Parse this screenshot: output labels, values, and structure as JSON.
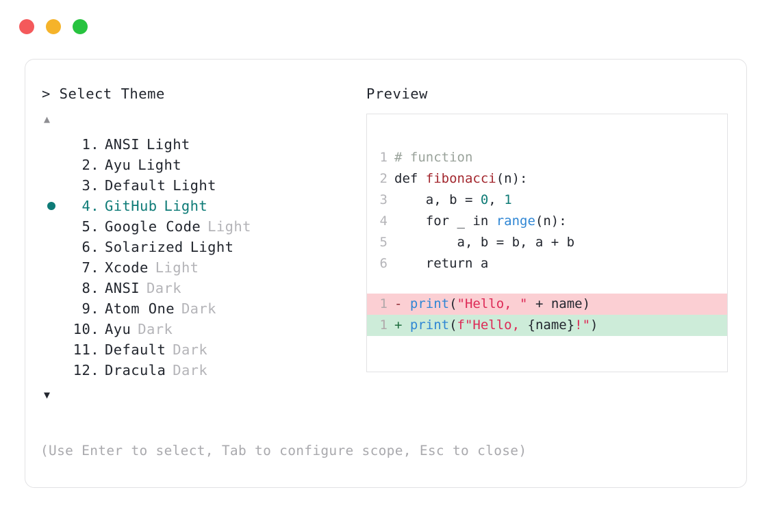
{
  "window": {
    "dots": [
      {
        "name": "close",
        "color": "#f4595b"
      },
      {
        "name": "minimize",
        "color": "#f5b32a"
      },
      {
        "name": "maximize",
        "color": "#27c33f"
      }
    ]
  },
  "picker": {
    "prompt": "> Select Theme",
    "scroll_up": "▲",
    "scroll_down": "▼",
    "selected_index": 4,
    "items": [
      {
        "index": "1.",
        "name": "ANSI",
        "suffix": "Light",
        "suffix_dim": false,
        "selected": false
      },
      {
        "index": "2.",
        "name": "Ayu",
        "suffix": "Light",
        "suffix_dim": false,
        "selected": false
      },
      {
        "index": "3.",
        "name": "Default",
        "suffix": "Light",
        "suffix_dim": false,
        "selected": false
      },
      {
        "index": "4.",
        "name": "GitHub",
        "suffix": "Light",
        "suffix_dim": false,
        "selected": true
      },
      {
        "index": "5.",
        "name": "Google Code",
        "suffix": "Light",
        "suffix_dim": true,
        "selected": false
      },
      {
        "index": "6.",
        "name": "Solarized",
        "suffix": "Light",
        "suffix_dim": false,
        "selected": false
      },
      {
        "index": "7.",
        "name": "Xcode",
        "suffix": "Light",
        "suffix_dim": true,
        "selected": false
      },
      {
        "index": "8.",
        "name": "ANSI",
        "suffix": "Dark",
        "suffix_dim": true,
        "selected": false
      },
      {
        "index": "9.",
        "name": "Atom One",
        "suffix": "Dark",
        "suffix_dim": true,
        "selected": false
      },
      {
        "index": "10.",
        "name": "Ayu",
        "suffix": "Dark",
        "suffix_dim": true,
        "selected": false
      },
      {
        "index": "11.",
        "name": "Default",
        "suffix": "Dark",
        "suffix_dim": true,
        "selected": false
      },
      {
        "index": "12.",
        "name": "Dracula",
        "suffix": "Dark",
        "suffix_dim": true,
        "selected": false
      }
    ]
  },
  "preview": {
    "title": "Preview",
    "code_lines": [
      {
        "num": "1",
        "tokens": [
          {
            "t": "# function",
            "c": "tok-comment"
          }
        ]
      },
      {
        "num": "2",
        "tokens": [
          {
            "t": "def ",
            "c": "tok-kw"
          },
          {
            "t": "fibonacci",
            "c": "tok-fnname"
          },
          {
            "t": "(n):",
            "c": "tok-plain"
          }
        ]
      },
      {
        "num": "3",
        "tokens": [
          {
            "t": "    a, b = ",
            "c": "tok-plain"
          },
          {
            "t": "0",
            "c": "tok-num"
          },
          {
            "t": ", ",
            "c": "tok-plain"
          },
          {
            "t": "1",
            "c": "tok-num"
          }
        ]
      },
      {
        "num": "4",
        "tokens": [
          {
            "t": "    for _ in ",
            "c": "tok-plain"
          },
          {
            "t": "range",
            "c": "tok-builtin"
          },
          {
            "t": "(n):",
            "c": "tok-plain"
          }
        ]
      },
      {
        "num": "5",
        "tokens": [
          {
            "t": "        a, b = b, a + b",
            "c": "tok-plain"
          }
        ]
      },
      {
        "num": "6",
        "tokens": [
          {
            "t": "    return a",
            "c": "tok-plain"
          }
        ]
      }
    ],
    "diff_lines": [
      {
        "num": "1",
        "kind": "del",
        "sign": "-",
        "tokens": [
          {
            "t": "print",
            "c": "tok-builtin"
          },
          {
            "t": "(",
            "c": "tok-plain"
          },
          {
            "t": "\"Hello, \"",
            "c": "tok-str"
          },
          {
            "t": " + name)",
            "c": "tok-plain"
          }
        ]
      },
      {
        "num": "1",
        "kind": "add",
        "sign": "+",
        "tokens": [
          {
            "t": "print",
            "c": "tok-builtin"
          },
          {
            "t": "(",
            "c": "tok-plain"
          },
          {
            "t": "f\"Hello, ",
            "c": "tok-str"
          },
          {
            "t": "{name}",
            "c": "tok-plain"
          },
          {
            "t": "!\"",
            "c": "tok-str"
          },
          {
            "t": ")",
            "c": "tok-plain"
          }
        ]
      }
    ]
  },
  "footer": {
    "hint": "(Use Enter to select, Tab to configure scope, Esc to close)"
  }
}
